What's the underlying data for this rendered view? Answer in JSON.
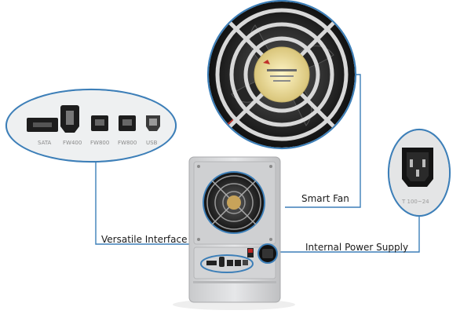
{
  "callouts": {
    "smart_fan": "Smart Fan",
    "versatile_interface": "Versatile Interface",
    "internal_power_supply": "Internal Power Supply"
  },
  "ports": {
    "sata": "SATA",
    "fw400": "FW400",
    "fw800_a": "FW800",
    "fw800_b": "FW800",
    "usb": "USB"
  },
  "power_socket_caption": "T 100~24",
  "colors": {
    "callout_line": "#3d7fb8",
    "device_body": "#d9dadc",
    "fan_blade": "#2b2b2b",
    "fan_hub": "#f1e3a6",
    "background": "#ffffff"
  }
}
